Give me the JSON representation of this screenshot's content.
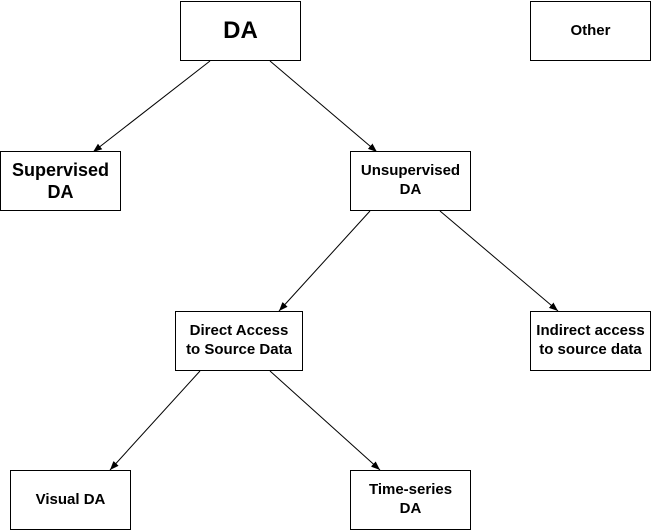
{
  "diagram": {
    "nodes": {
      "da": "DA",
      "other": "Other",
      "supervised": "Supervised\nDA",
      "unsupervised": "Unsupervised\nDA",
      "direct": "Direct Access\nto Source Data",
      "indirect": "Indirect access\nto source data",
      "visual": "Visual DA",
      "timeseries": "Time-series\nDA"
    },
    "edges": [
      {
        "from": "da",
        "to": "supervised"
      },
      {
        "from": "da",
        "to": "unsupervised"
      },
      {
        "from": "unsupervised",
        "to": "direct"
      },
      {
        "from": "unsupervised",
        "to": "indirect"
      },
      {
        "from": "direct",
        "to": "visual"
      },
      {
        "from": "direct",
        "to": "timeseries"
      }
    ],
    "colors": {
      "stroke": "#000000",
      "background": "#ffffff"
    }
  }
}
